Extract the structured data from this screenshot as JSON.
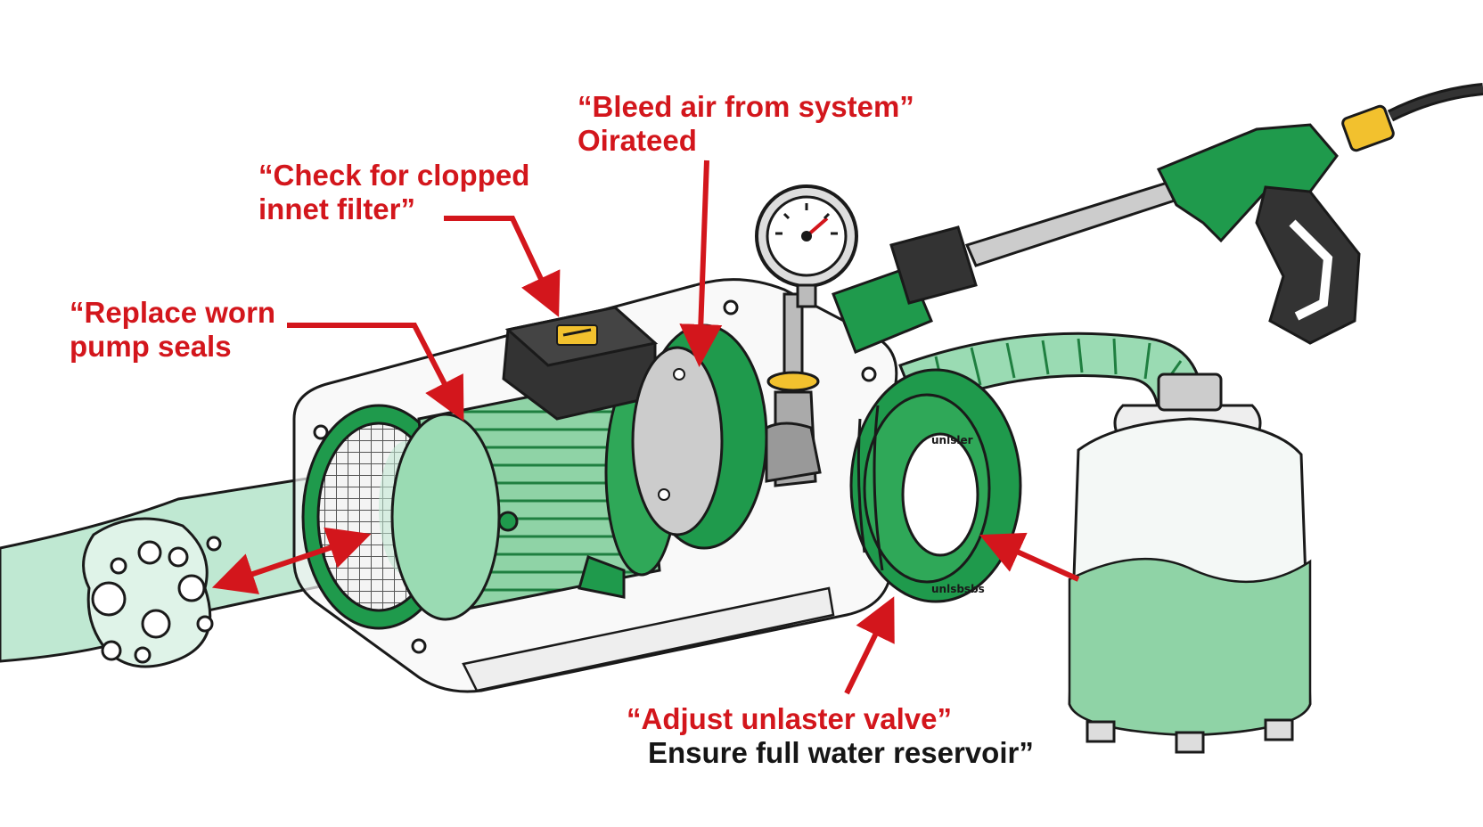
{
  "colors": {
    "annotation": "#d3161c",
    "annotation_secondary": "#161616",
    "pump_green": "#1f9a4c",
    "pump_green_light": "#8fd3a6",
    "water": "#a9dfc1",
    "outline": "#1a1a1a"
  },
  "annotations": {
    "seals": {
      "line1": "“Replace worn",
      "line2": "pump seals"
    },
    "filter": {
      "line1": "“Check for clopped",
      "line2": "innet filter”"
    },
    "bleed": {
      "line1": "“Bleed air from system”",
      "line2": "Oirateed"
    },
    "valve": {
      "line1": "“Adjust unlaster valve”",
      "line2": "Ensure full water reservoir”"
    }
  },
  "part_marks": {
    "seal_ring_top": "unlsler",
    "seal_ring_bottom": "unlsbsbs"
  },
  "icons": [
    "pressure-gauge-icon",
    "spray-gun-icon",
    "water-reservoir-icon",
    "inlet-filter-icon"
  ]
}
